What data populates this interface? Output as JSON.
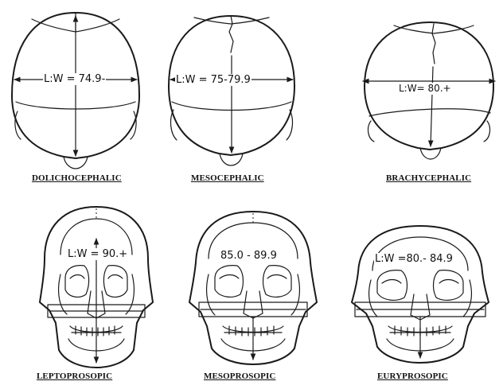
{
  "top_row": [
    {
      "caption": "DOLICHOCEPHALIC",
      "ratio": "L:W = 74.9-"
    },
    {
      "caption": "MESOCEPHALIC",
      "ratio": "L:W =  75-79.9"
    },
    {
      "caption": "BRACHYCEPHALIC",
      "ratio": "L:W=  80.+"
    }
  ],
  "bottom_row": [
    {
      "caption": "LEPTOPROSOPIC",
      "ratio": "L:W = 90.+"
    },
    {
      "caption": "MESOPROSOPIC",
      "ratio": "85.0 - 89.9"
    },
    {
      "caption": "EURYPROSOPIC",
      "ratio": "L:W =80.- 84.9"
    }
  ]
}
